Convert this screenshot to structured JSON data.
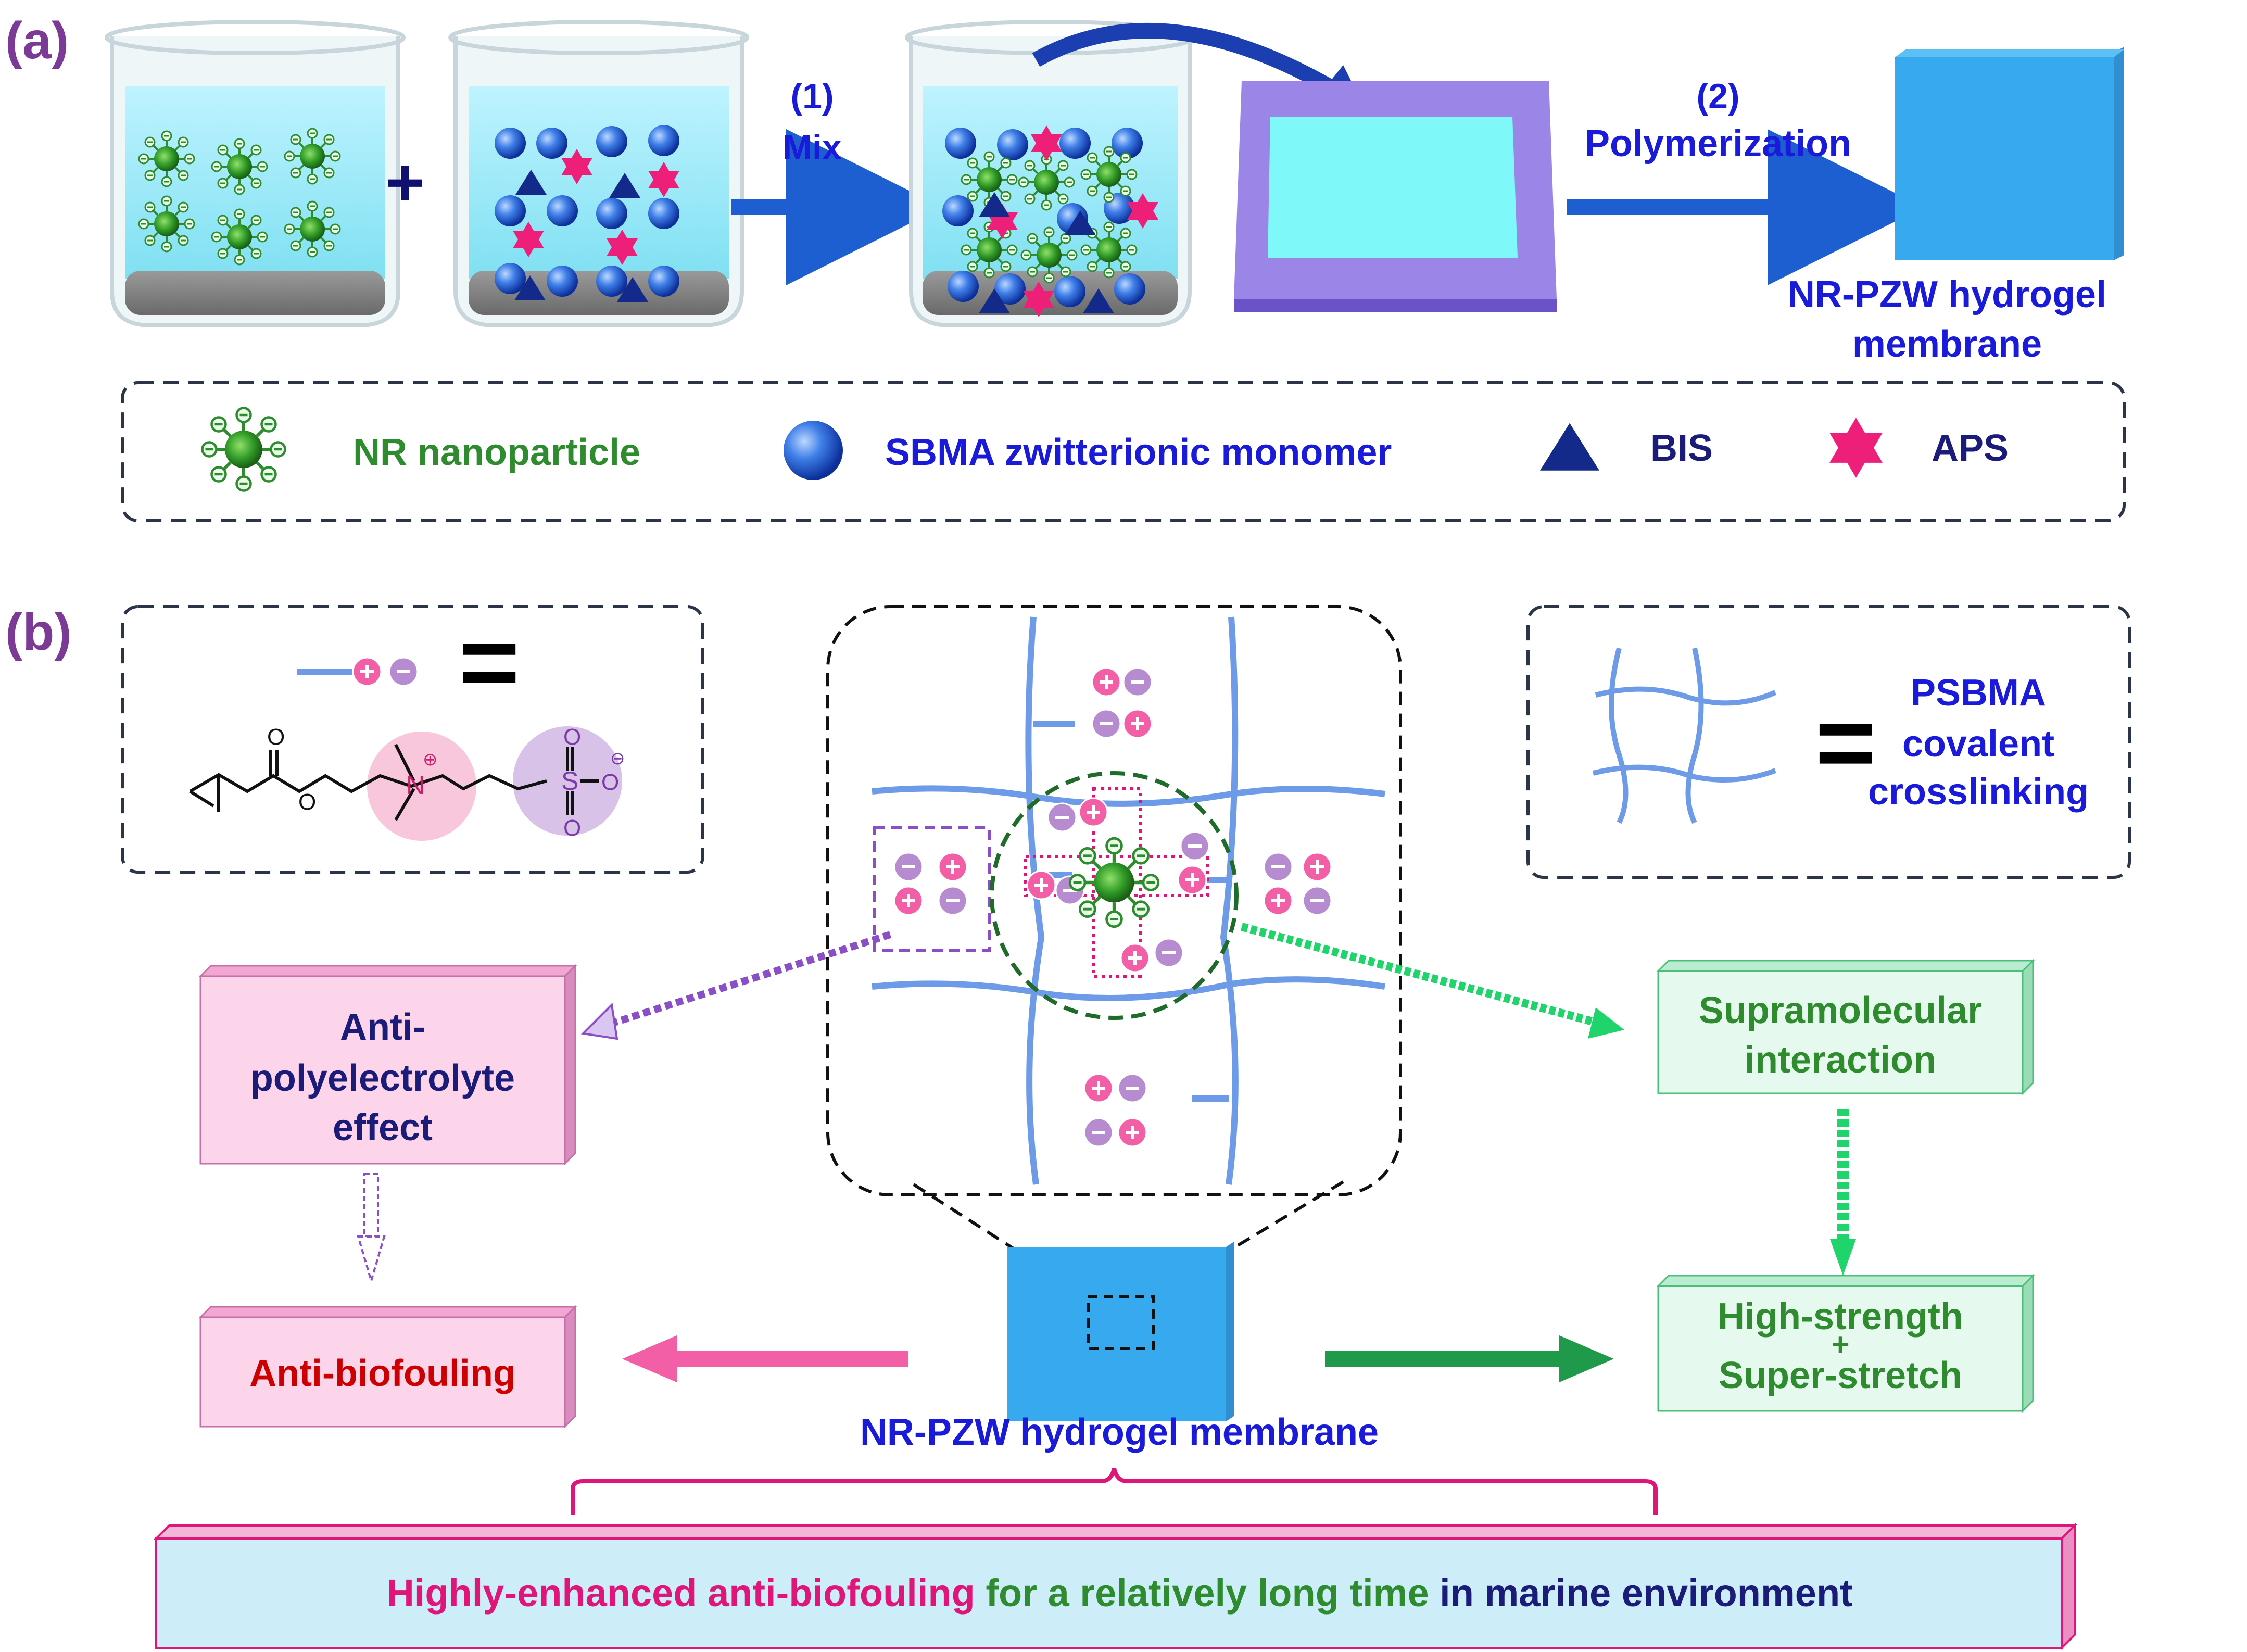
{
  "panel_a": {
    "label": "(a)",
    "plus_sign": "+",
    "step1": {
      "number": "(1)",
      "text": "Mix"
    },
    "step2": {
      "number": "(2)",
      "text": "Polymerization"
    },
    "product": {
      "line1": "NR-PZW hydrogel",
      "line2": "membrane"
    },
    "legend": {
      "nr": "NR nanoparticle",
      "sbma": "SBMA zwitterionic monomer",
      "bis": "BIS",
      "aps": "APS"
    }
  },
  "panel_b": {
    "label": "(b)",
    "equals_sign": "=",
    "monomer_atoms": {
      "o1": "O",
      "o2": "O",
      "n": "N",
      "s": "S",
      "o3": "O",
      "o4": "O",
      "o5": "O"
    },
    "network_def": {
      "line1": "PSBMA",
      "line2": "covalent",
      "line3": "crosslinking"
    },
    "anti_poly": {
      "line1": "Anti-",
      "line2": "polyelectrolyte",
      "line3": "effect"
    },
    "anti_bio": "Anti-biofouling",
    "supra": {
      "line1": "Supramolecular",
      "line2": "interaction"
    },
    "strength": {
      "line1": "High-strength",
      "line2": "+",
      "line3": "Super-stretch"
    },
    "membrane_label": "NR-PZW hydrogel membrane",
    "bottom": {
      "part1": "Highly-enhanced anti-biofouling",
      "part2": " for a relatively long time",
      "part3": " in marine environment"
    }
  },
  "colors": {
    "purple_label": "#7b3a96",
    "blue_text": "#1a1adb",
    "green_text": "#2e8b2e",
    "navy_text": "#1b1b7a",
    "red_text": "#cc0000",
    "magenta_text": "#e0157a",
    "network_blue": "#6d9be8",
    "arrow_blue": "#1d5fd1",
    "membrane_blue": "#37a9ef"
  }
}
